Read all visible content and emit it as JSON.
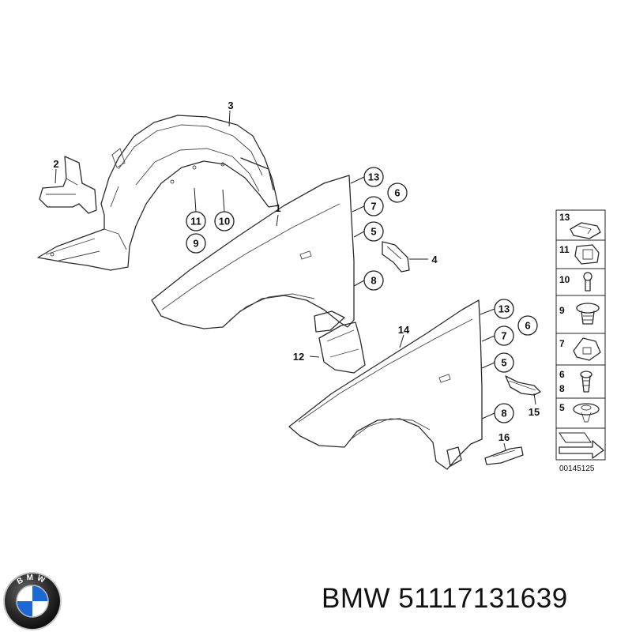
{
  "callouts": {
    "c1": "1",
    "c2": "2",
    "c3": "3",
    "c4": "4",
    "c5a": "5",
    "c6a": "6",
    "c7a": "7",
    "c8a": "8",
    "c9": "9",
    "c10": "10",
    "c11": "11",
    "c12": "12",
    "c13a": "13",
    "c14": "14",
    "c5b": "5",
    "c6b": "6",
    "c7b": "7",
    "c8b": "8",
    "c13b": "13",
    "c15": "15",
    "c16": "16"
  },
  "legend": {
    "items": [
      "13",
      "11",
      "10",
      "9",
      "7",
      "6",
      "8",
      "5"
    ],
    "diagram_code": "00145125"
  },
  "brand": {
    "title": "BMW 51117131639",
    "logo_letters": "BMW",
    "colors": {
      "ring": "#1a1a1a",
      "blue": "#1c69d4",
      "white": "#ffffff"
    }
  }
}
